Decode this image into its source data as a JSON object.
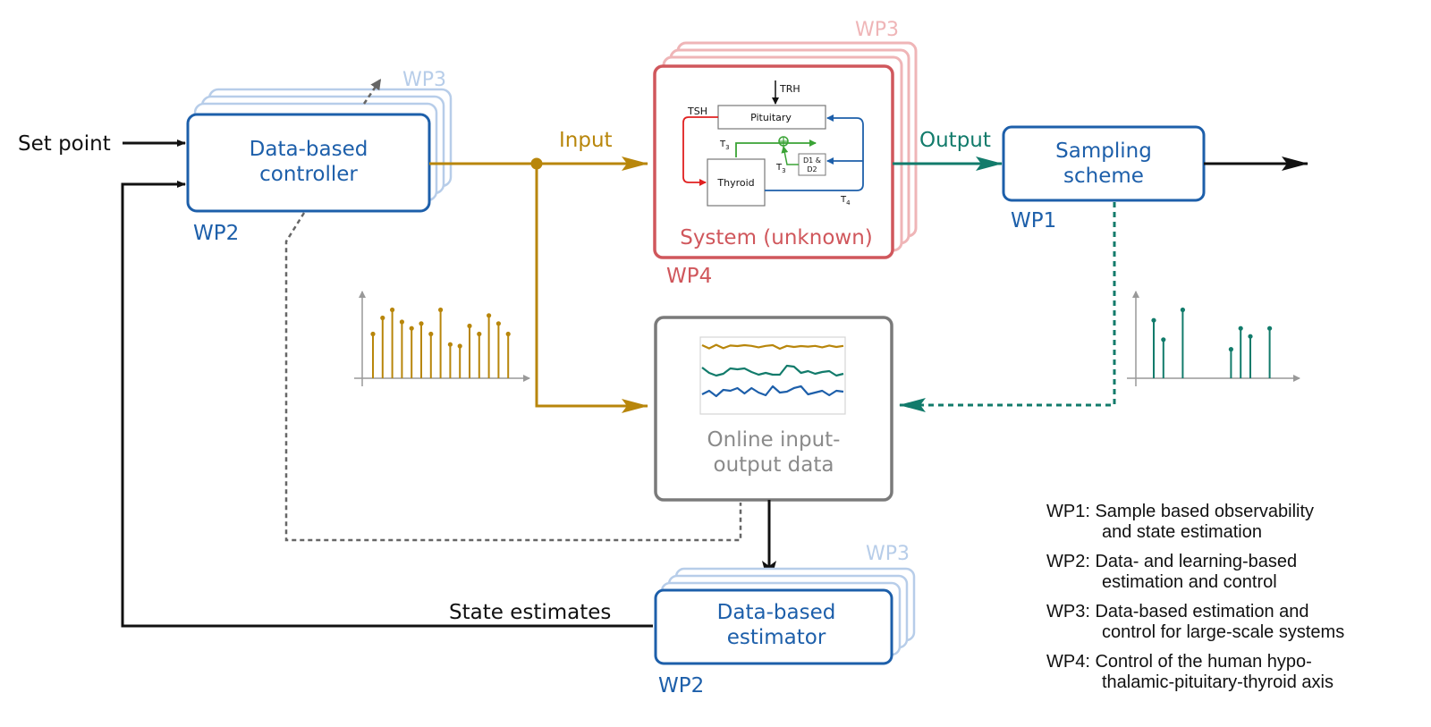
{
  "colors": {
    "blue": "#1d5faa",
    "light_blue": "#b7cde9",
    "red": "#d0575c",
    "light_red": "#efb5b7",
    "gold": "#b8860b",
    "teal": "#127b6b",
    "gray": "#7a7a7a",
    "black": "#111111",
    "inner_red": "#e02020",
    "inner_green": "#3aa335",
    "inner_blue": "#1d5faa"
  },
  "labels": {
    "set_point": "Set point",
    "state_estimates": "State estimates",
    "input": "Input",
    "output": "Output"
  },
  "controller": {
    "line1": "Data-based",
    "line2": "controller",
    "wp": "WP2",
    "stack_wp": "WP3"
  },
  "system": {
    "title": "System (unknown)",
    "wp": "WP4",
    "stack_wp": "WP3"
  },
  "sampling": {
    "line1": "Sampling",
    "line2": "scheme",
    "wp": "WP1"
  },
  "online": {
    "line1": "Online input-",
    "line2": "output data"
  },
  "estimator": {
    "line1": "Data-based",
    "line2": "estimator",
    "wp": "WP2",
    "stack_wp": "WP3"
  },
  "inner": {
    "trh": "TRH",
    "tsh": "TSH",
    "pituitary": "Pituitary",
    "thyroid": "Thyroid",
    "t3_top": "T",
    "t3_top_sub": "3",
    "t3_side": "T",
    "t3_side_sub": "3",
    "t4": "T",
    "t4_sub": "4",
    "d_line1": "D1 &",
    "d_line2": "D2"
  },
  "legend": [
    {
      "line1": "WP1: Sample based observability",
      "line2": "and state estimation"
    },
    {
      "line1": "WP2: Data- and learning-based",
      "line2": "estimation and control"
    },
    {
      "line1": "WP3: Data-based estimation and",
      "line2": "control for large-scale systems"
    },
    {
      "line1": "WP4: Control of the human hypo-",
      "line2": "thalamic-pituitary-thyroid axis"
    }
  ],
  "chart_data": [
    {
      "type": "stem",
      "series": [
        {
          "values": [
            0.55,
            0.75,
            0.85,
            0.7,
            0.62,
            0.68,
            0.55,
            0.85,
            0.42,
            0.4,
            0.65,
            0.55,
            0.78,
            0.68,
            0.55
          ]
        }
      ]
    },
    {
      "type": "stem",
      "x": [
        0,
        1,
        3,
        8,
        9,
        10,
        12
      ],
      "series": [
        {
          "values": [
            0.72,
            0.48,
            0.85,
            0.36,
            0.62,
            0.52,
            0.62
          ]
        }
      ]
    },
    {
      "type": "line",
      "series": [
        {
          "values": [
            0.4,
            0.58,
            0.38,
            0.57,
            0.42,
            0.45,
            0.4,
            0.44,
            0.52,
            0.44,
            0.4,
            0.6,
            0.44,
            0.5,
            0.45,
            0.48,
            0.44,
            0.52,
            0.42,
            0.5,
            0.44
          ]
        },
        {
          "values": [
            1.65,
            1.95,
            2.1,
            2.0,
            1.7,
            1.75,
            1.7,
            1.9,
            2.05,
            1.95,
            2.05,
            2.05,
            1.55,
            1.6,
            1.95,
            1.85,
            2.0,
            1.9,
            1.85,
            2.1,
            2.0
          ]
        },
        {
          "values": [
            3.15,
            2.95,
            3.25,
            2.9,
            2.95,
            2.8,
            3.1,
            2.8,
            3.05,
            3.2,
            2.7,
            3.05,
            3.0,
            2.8,
            2.7,
            3.15,
            3.05,
            2.95,
            3.2,
            2.95,
            3.0
          ]
        }
      ]
    }
  ]
}
